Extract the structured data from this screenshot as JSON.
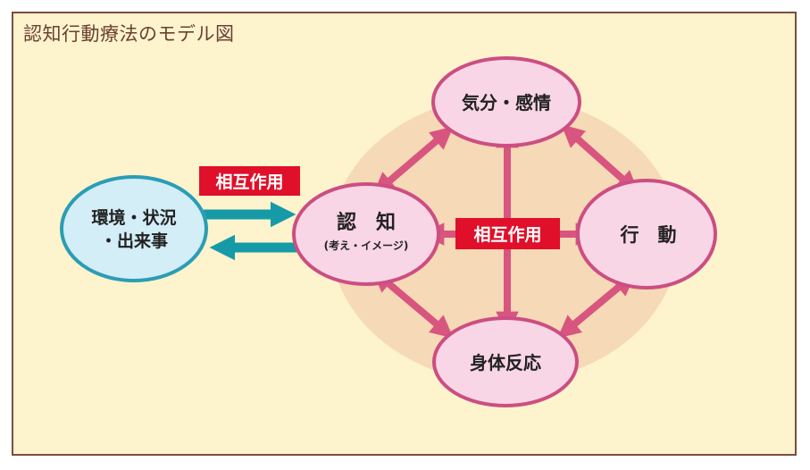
{
  "title": "認知行動療法のモデル図",
  "nodes": {
    "environment": {
      "line1": "環境・状況",
      "line2": "・出来事"
    },
    "cognition": {
      "label": "認　知",
      "sub": "(考え・イメージ)"
    },
    "mood": {
      "label": "気分・感情"
    },
    "behavior": {
      "label": "行　動"
    },
    "body": {
      "label": "身体反応"
    }
  },
  "badges": {
    "left": "相互作用",
    "center": "相互作用"
  },
  "colors": {
    "background": "#fdf4cd",
    "border": "#7b4d3f",
    "pink_node": "#f9d6e6",
    "pink_stroke": "#cc4e82",
    "blue_node": "#d3eef7",
    "blue_stroke": "#2b9db5",
    "arrow_pink": "#d8557f",
    "arrow_teal": "#179aa8",
    "badge_red": "#e0102a",
    "halo": "#f6d9b6"
  }
}
